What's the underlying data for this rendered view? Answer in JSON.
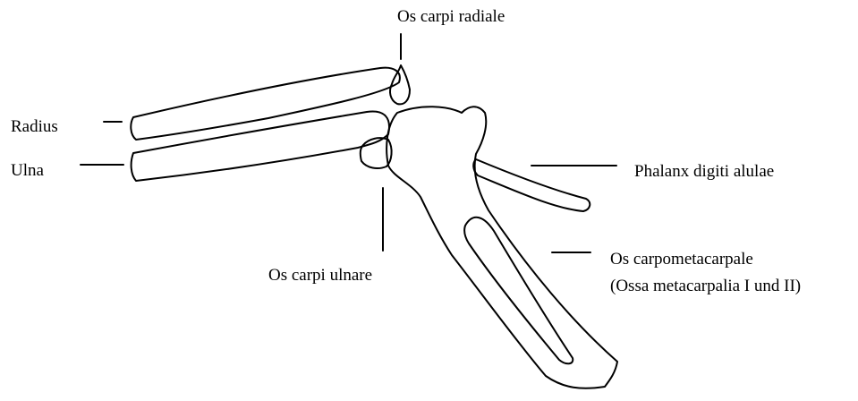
{
  "labels": {
    "os_carpi_radiale": "Os carpi radiale",
    "radius": "Radius",
    "ulna": "Ulna",
    "phalanx_digiti_alulae": "Phalanx digiti alulae",
    "os_carpi_ulnare": "Os carpi ulnare",
    "os_carpometacarpale": "Os carpometacarpale",
    "ossa_metacarpalia": "(Ossa metacarpalia I und II)"
  },
  "colors": {
    "ink": "#000000",
    "background": "#ffffff"
  }
}
